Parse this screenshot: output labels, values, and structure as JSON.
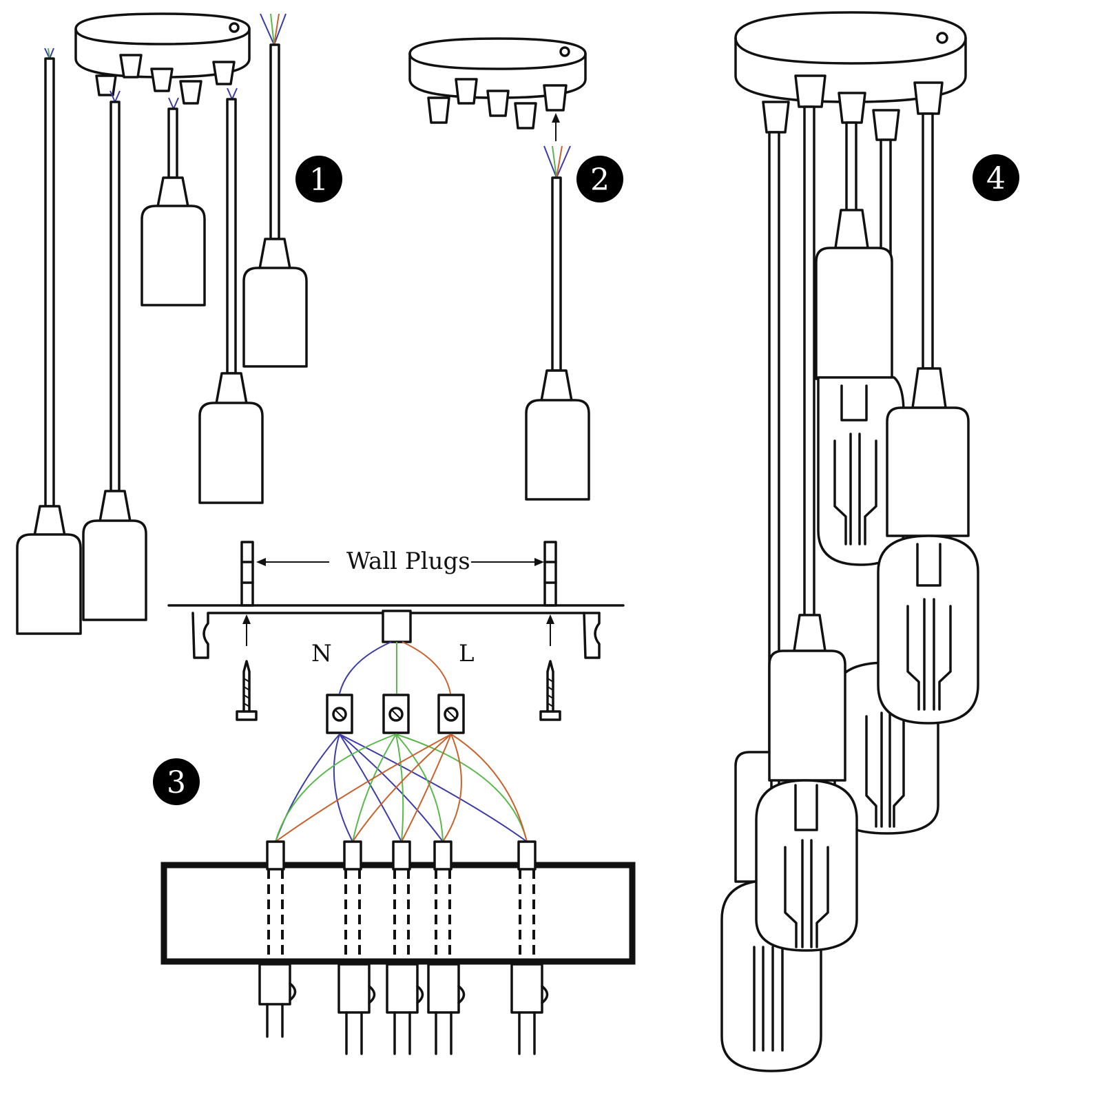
{
  "steps": {
    "s1": "1",
    "s2": "2",
    "s3": "3",
    "s4": "4"
  },
  "labels": {
    "wall_plugs": "Wall Plugs",
    "neutral": "N",
    "live": "L"
  },
  "colors": {
    "neutral_wire": "#3b3ba8",
    "earth_wire": "#58b84a",
    "live_wire": "#c8612c",
    "outline": "#111111",
    "badge": "#000000"
  },
  "icons": [
    "ceiling-rose-icon",
    "lamp-holder-icon",
    "bulb-icon",
    "screw-icon",
    "terminal-block-icon",
    "arrow-icon"
  ]
}
